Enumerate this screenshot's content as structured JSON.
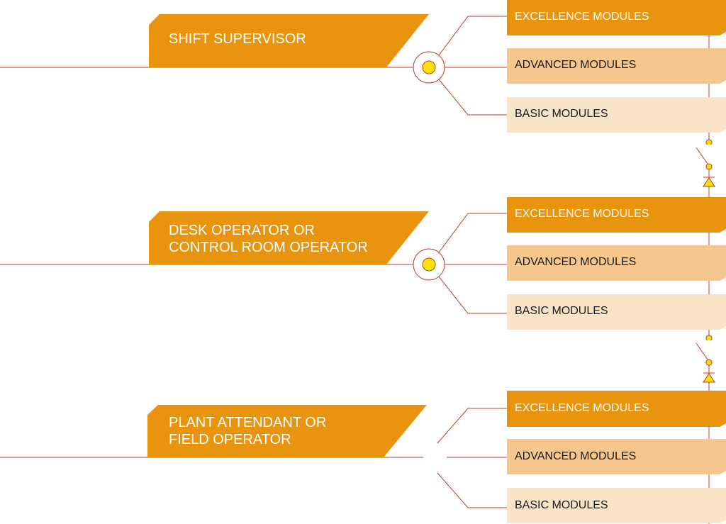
{
  "colors": {
    "role_fill": "#e8940f",
    "excellence_fill": "#e8940f",
    "advanced_fill": "#f5c78f",
    "basic_fill": "#fae4c8",
    "line": "#c0392b",
    "node_fill": "#fde400",
    "excellence_text": "#ffffff",
    "advanced_text": "#1a1a1a",
    "basic_text": "#1a1a1a"
  },
  "tiers": [
    {
      "role_lines": [
        "SHIFT SUPERVISOR"
      ],
      "node": "active",
      "modules": [
        "EXCELLENCE MODULES",
        "ADVANCED MODULES",
        "BASIC MODULES"
      ]
    },
    {
      "role_lines": [
        "DESK OPERATOR OR",
        "CONTROL ROOM OPERATOR"
      ],
      "node": "active",
      "modules": [
        "EXCELLENCE MODULES",
        "ADVANCED MODULES",
        "BASIC MODULES"
      ]
    },
    {
      "role_lines": [
        "PLANT ATTENDANT OR",
        "FIELD OPERATOR"
      ],
      "node": "open",
      "modules": [
        "EXCELLENCE MODULES",
        "ADVANCED MODULES",
        "BASIC MODULES"
      ]
    }
  ],
  "connectors": [
    {
      "symbols": [
        "switch-icon",
        "diode-icon"
      ]
    },
    {
      "symbols": [
        "switch-icon",
        "diode-icon"
      ]
    }
  ]
}
